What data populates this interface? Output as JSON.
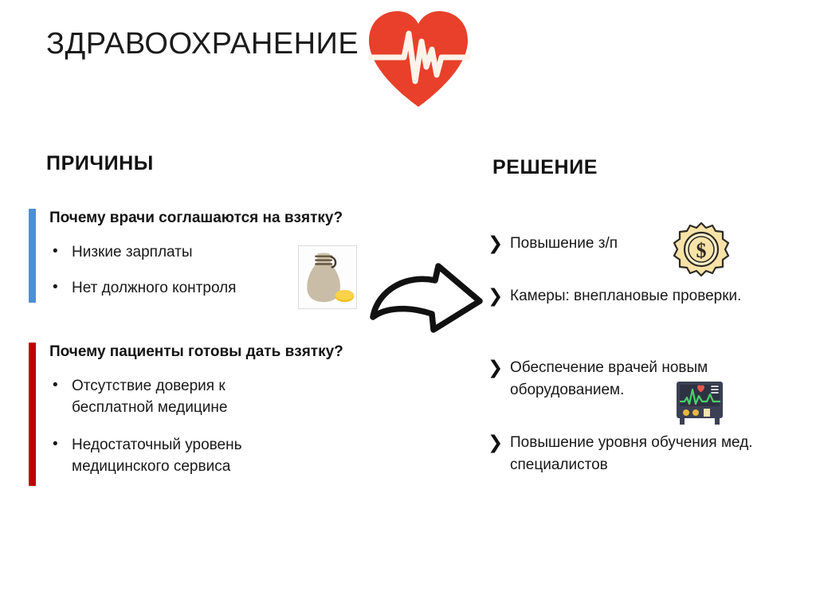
{
  "slide": {
    "title": "ЗДРАВООХРАНЕНИЕ",
    "logo_icon": "heart-pulse-icon",
    "background_color": "#ffffff"
  },
  "left_column": {
    "heading": "ПРИЧИНЫ",
    "blocks": [
      {
        "accent_color": "#4a90d9",
        "question": "Почему врачи соглашаются на взятку?",
        "bullets": [
          "Низкие зарплаты",
          "Нет должного контроля"
        ]
      },
      {
        "accent_color": "#c00000",
        "question": "Почему пациенты готовы дать взятку?",
        "bullets": [
          "Отсутствие доверия к бесплатной медицине",
          "Недостаточный уровень медицинского сервиса"
        ]
      }
    ],
    "image_icon": "money-bag-icon"
  },
  "connector": {
    "icon": "curved-arrow-right-icon"
  },
  "right_column": {
    "heading": "РЕШЕНИЕ",
    "items": [
      {
        "marker": "chevron-right-icon",
        "text": "Повышение з/п"
      },
      {
        "marker": "chevron-right-icon",
        "text": "Камеры: внеплановые проверки."
      },
      {
        "marker": "chevron-right-icon",
        "text": "Обеспечение врачей новым оборудованием."
      },
      {
        "marker": "chevron-right-icon",
        "text": "Повышение уровня обучения мед. специалистов"
      }
    ],
    "icons": [
      {
        "name": "gear-dollar-icon"
      },
      {
        "name": "medical-monitor-icon"
      }
    ]
  },
  "colors": {
    "heart_red": "#e8402a",
    "accent_blue": "#4a90d9",
    "accent_red": "#c00000",
    "gold": "#f2d98a",
    "monitor_navy": "#3c4054",
    "ecg_green": "#4ad06a",
    "text_dark": "#181818"
  }
}
